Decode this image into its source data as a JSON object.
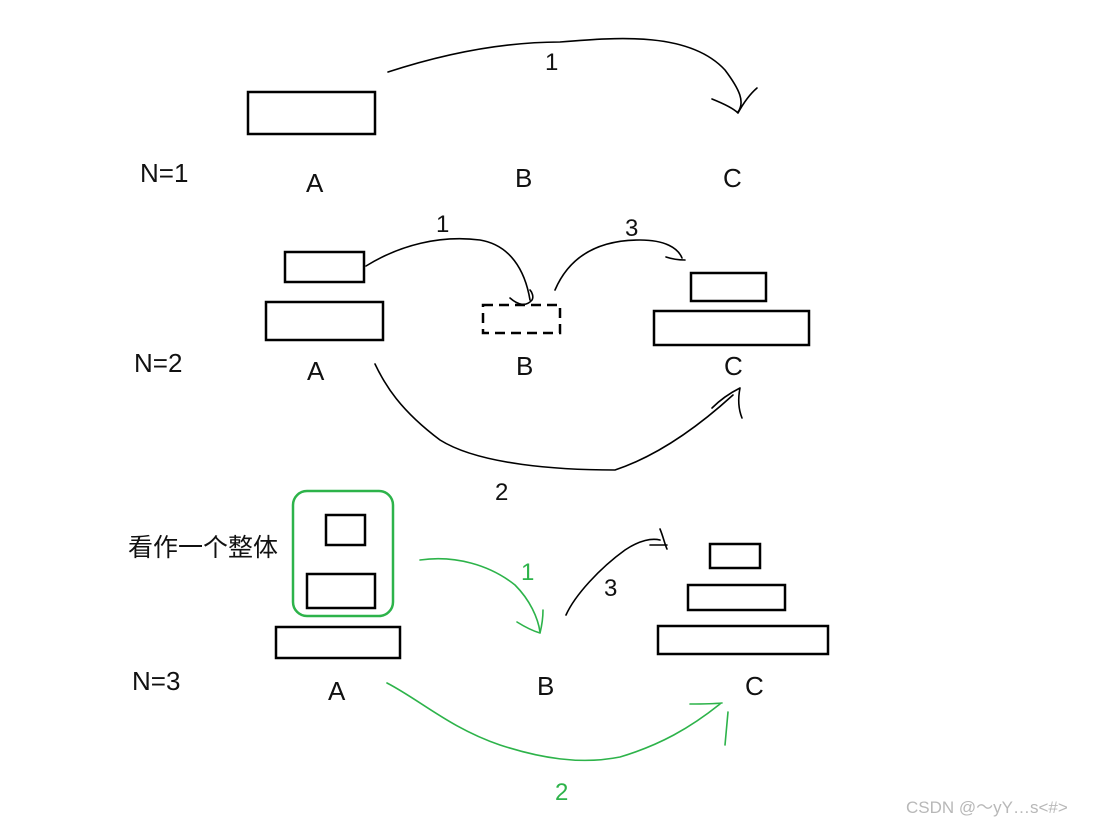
{
  "diagram": {
    "row1": {
      "n_label": "N=1",
      "pegs": [
        "A",
        "B",
        "C"
      ],
      "step_labels": [
        "1"
      ]
    },
    "row2": {
      "n_label": "N=2",
      "pegs": [
        "A",
        "B",
        "C"
      ],
      "step_labels": [
        "1",
        "3",
        "2"
      ]
    },
    "row3": {
      "n_label": "N=3",
      "pegs": [
        "A",
        "B",
        "C"
      ],
      "group_note": "看作一个整体",
      "step_labels": [
        "1",
        "3",
        "2"
      ]
    },
    "watermark": "CSDN @～yY…s<#>",
    "colors": {
      "ink": "#000000",
      "highlight": "#2db34a",
      "watermark": "#b8b8b8"
    }
  }
}
